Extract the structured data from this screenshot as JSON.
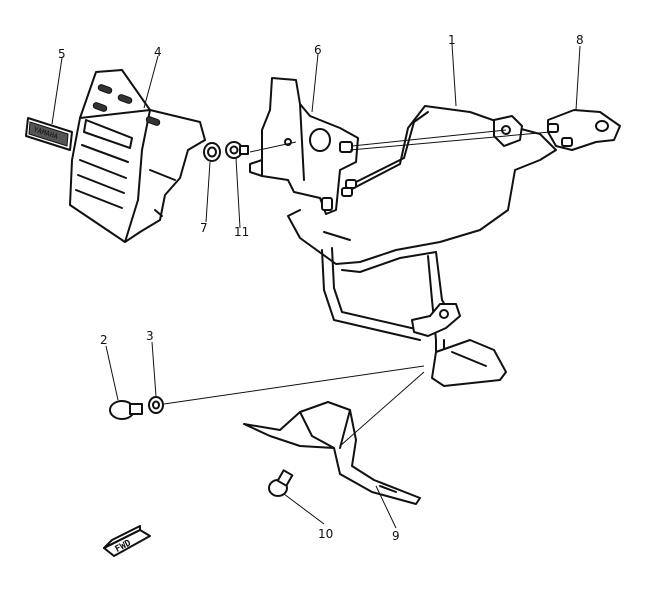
{
  "callouts": [
    {
      "id": "1",
      "text": "1"
    },
    {
      "id": "2",
      "text": "2"
    },
    {
      "id": "3",
      "text": "3"
    },
    {
      "id": "4",
      "text": "4"
    },
    {
      "id": "5",
      "text": "5"
    },
    {
      "id": "6",
      "text": "6"
    },
    {
      "id": "7",
      "text": "7"
    },
    {
      "id": "8",
      "text": "8"
    },
    {
      "id": "9",
      "text": "9"
    },
    {
      "id": "10",
      "text": "10"
    },
    {
      "id": "11",
      "text": "11"
    }
  ],
  "emblem_text": "YAMAHA",
  "fwd_text": "FWD"
}
